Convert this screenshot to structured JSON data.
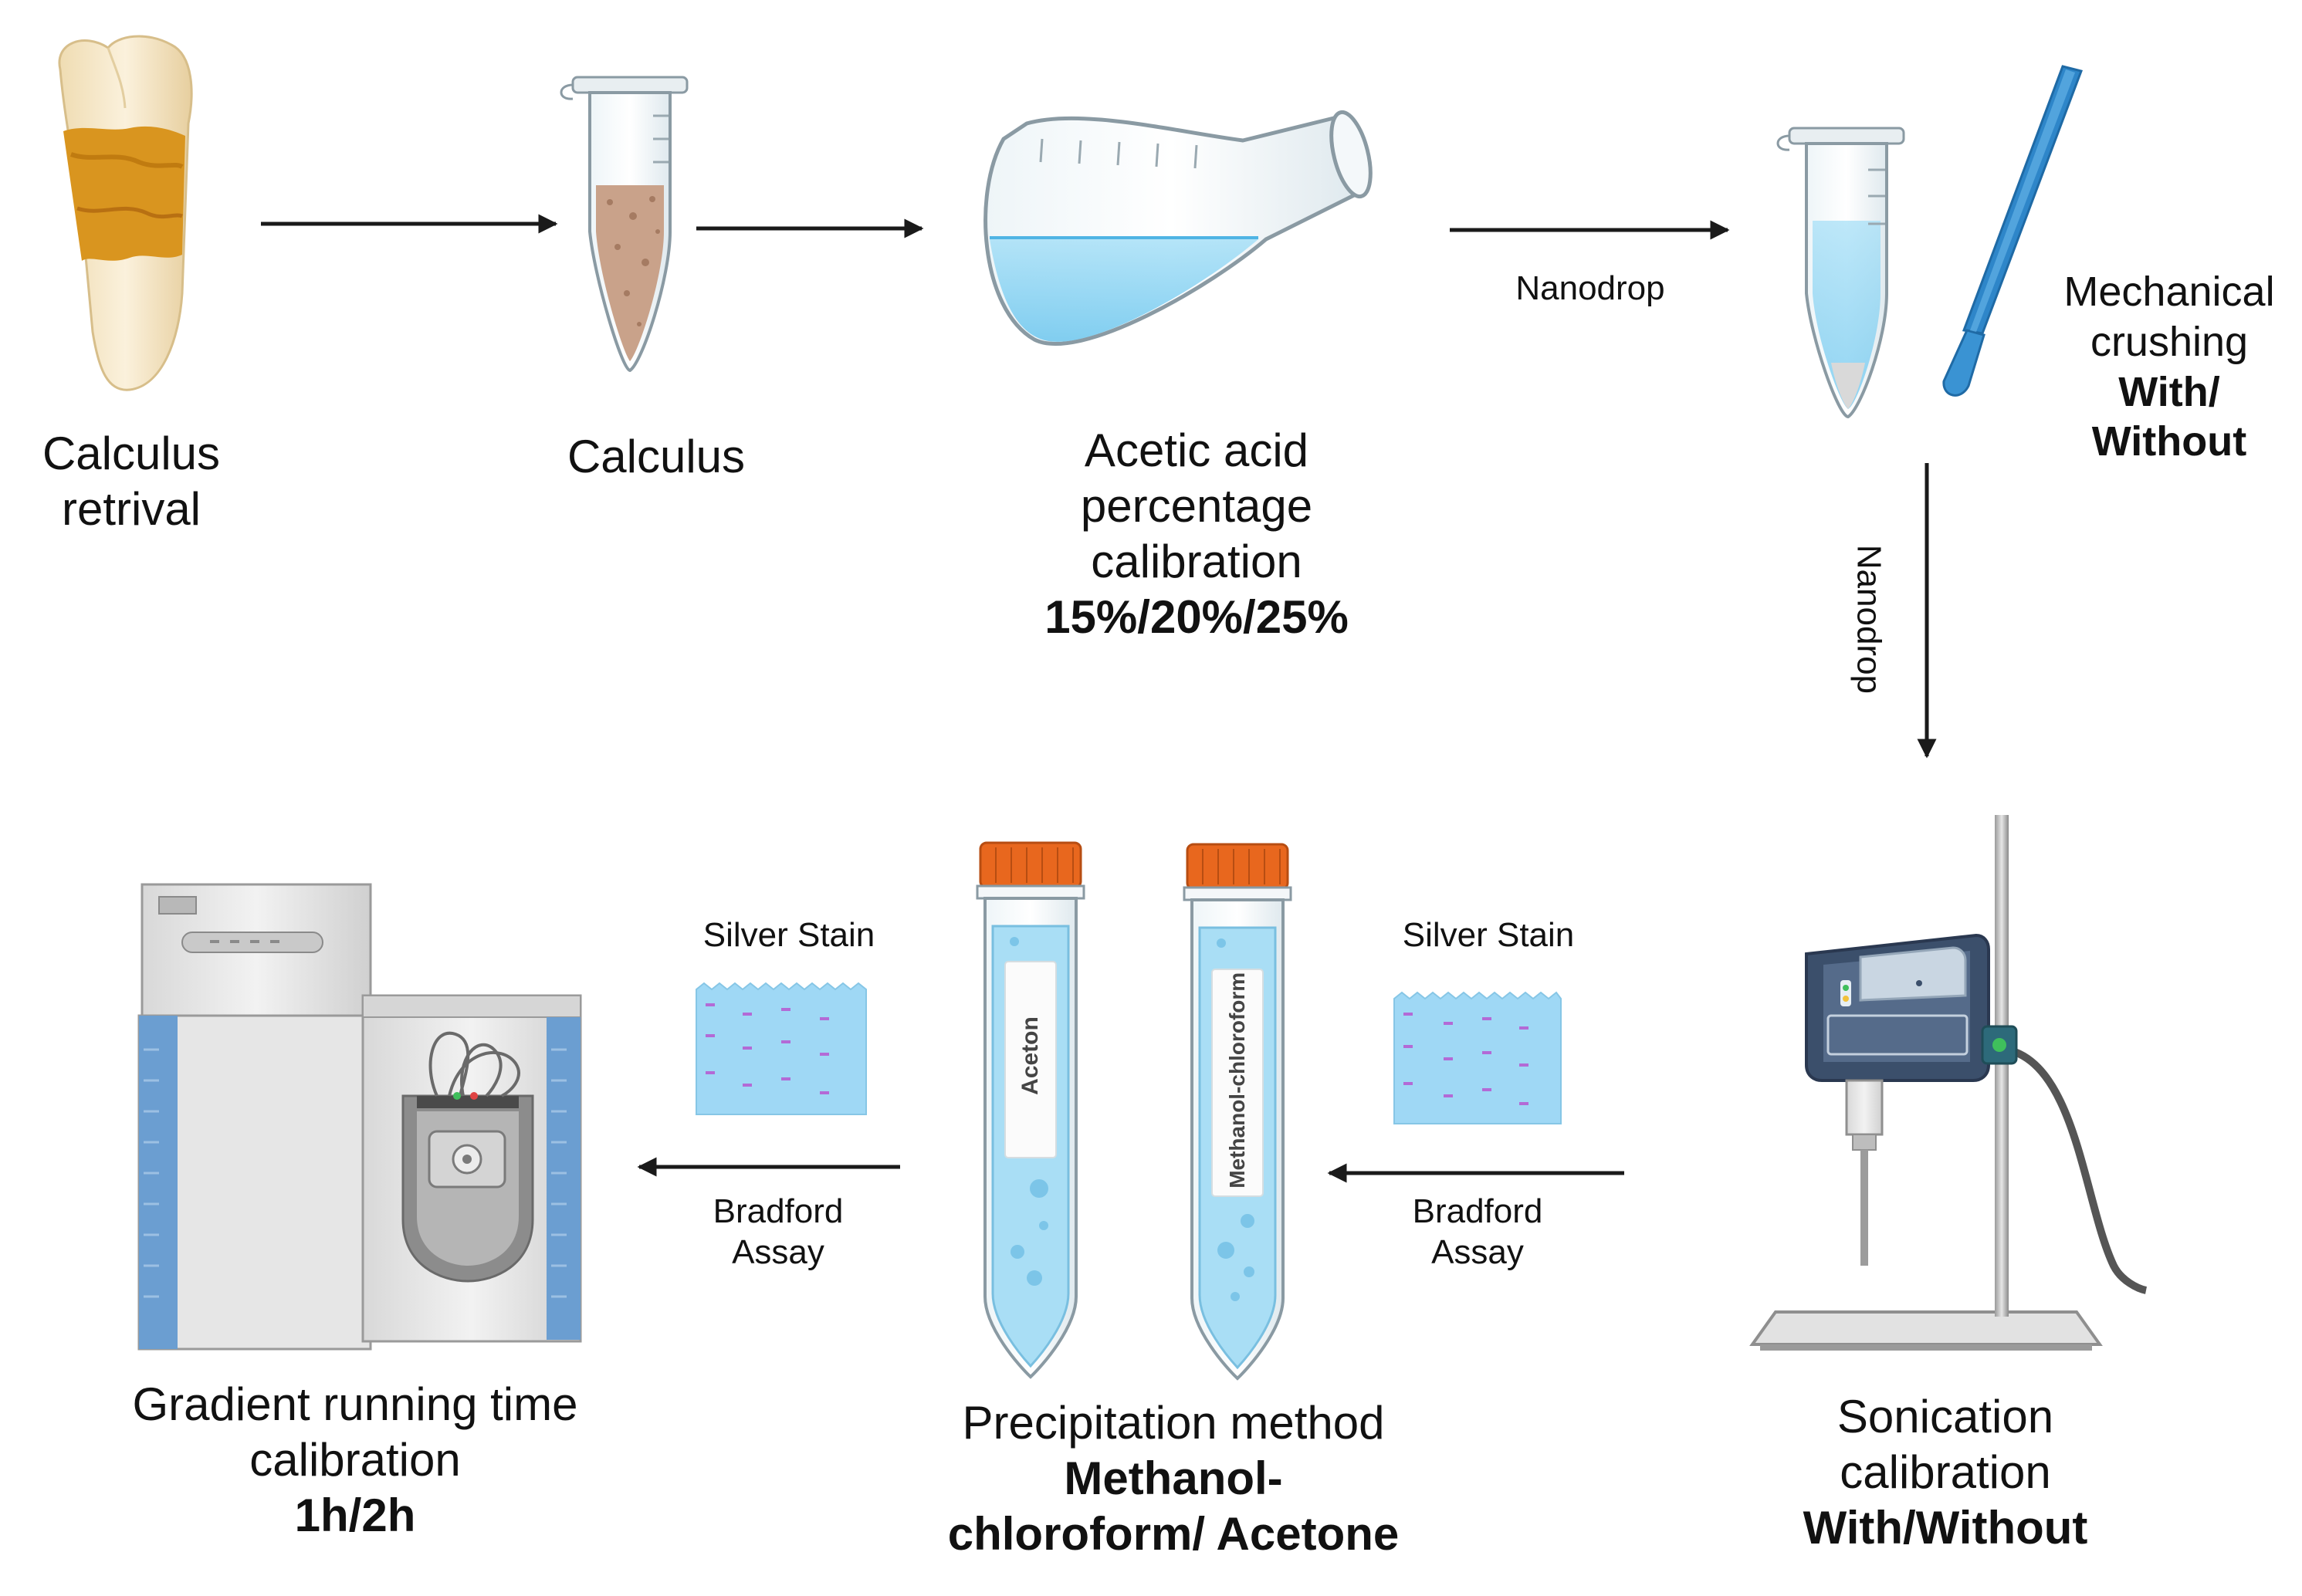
{
  "steps": {
    "calculus_retrival": {
      "line1": "Calculus",
      "line2": "retrival"
    },
    "calculus": {
      "label": "Calculus"
    },
    "acetic": {
      "line1": "Acetic acid",
      "line2": "percentage",
      "line3": "calibration",
      "bold": "15%/20%/25%"
    },
    "mechanical": {
      "line1": "Mechanical",
      "line2": "crushing",
      "bold1": "With/",
      "bold2": "Without"
    },
    "sonication": {
      "line1": "Sonication",
      "line2": "calibration",
      "bold": "With/Without"
    },
    "precipitation": {
      "line1": "Precipitation method",
      "bold1": "Methanol-",
      "bold2": "chloroform/ Acetone"
    },
    "gradient": {
      "line1": "Gradient running time",
      "line2": "calibration",
      "bold": "1h/2h"
    }
  },
  "arrows": {
    "nanodrop_h": "Nanodrop",
    "nanodrop_v": "Nanodrop",
    "silver_left": "Silver Stain",
    "bradford_left": {
      "line1": "Bradford",
      "line2": "Assay"
    },
    "silver_right": "Silver Stain",
    "bradford_right": {
      "line1": "Bradford",
      "line2": "Assay"
    }
  },
  "tubes": {
    "aceton": "Aceton",
    "methanol": "Methanol-chloroform"
  },
  "colors": {
    "arrow": "#1a1a1a",
    "liquid": "#8fd3f2",
    "cap": "#e8671e",
    "calculus": "#d9951f",
    "tooth": "#f6e7c8",
    "device_blue": "#6b9ed1",
    "sonicator": "#3b4f6b",
    "pestle": "#2e86c9",
    "gel": "#9fd8f5",
    "band": "#b36ad6"
  }
}
